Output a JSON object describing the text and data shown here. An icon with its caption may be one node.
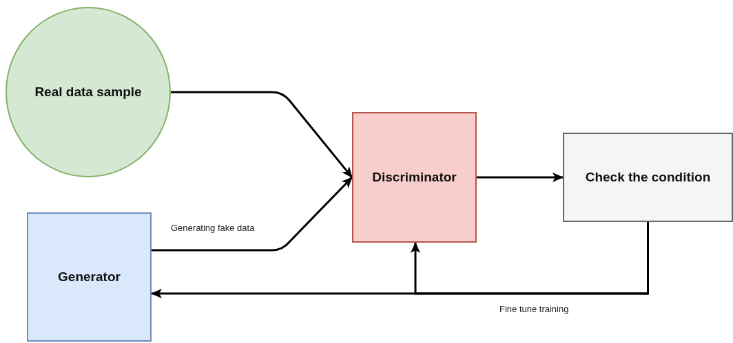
{
  "diagram": {
    "nodes": [
      {
        "text": [
          "Real data sample"
        ]
      },
      {
        "text": [
          "Discriminator"
        ]
      },
      {
        "text": [
          "Check the condition"
        ]
      },
      {
        "text": [
          "Generator"
        ]
      }
    ],
    "edges": [
      {
        "from": 0,
        "to": 1,
        "arrow": "to"
      },
      {
        "from": 3,
        "to": 1,
        "arrow": "to",
        "label": "Generating fake data"
      },
      {
        "from": 1,
        "to": 2,
        "arrow": "to"
      },
      {
        "from": 2,
        "to": 3,
        "arrow": "to",
        "label": "Fine tune training"
      },
      {
        "from": 2,
        "to": 1,
        "arrow": "to"
      }
    ]
  }
}
